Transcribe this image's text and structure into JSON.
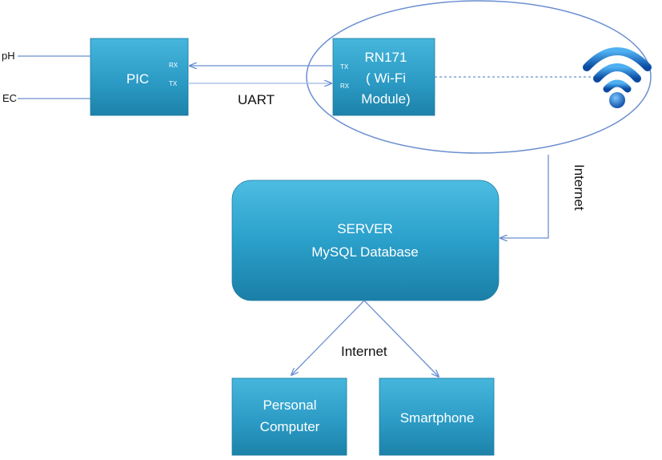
{
  "inputs": {
    "ph": "pH",
    "ec": "EC"
  },
  "pic": {
    "label": "PIC",
    "rx": "RX",
    "tx": "TX"
  },
  "uart": "UART",
  "wifi_module": {
    "line1": "RN171",
    "line2": "( Wi-Fi",
    "line3": "Module)",
    "tx": "TX",
    "rx": "RX"
  },
  "server": {
    "line1": "SERVER",
    "line2": "MySQL Database"
  },
  "internet_link": "Internet",
  "internet_clients": "Internet",
  "clients": {
    "pc": {
      "line1": "Personal",
      "line2": "Computer"
    },
    "smartphone": "Smartphone"
  },
  "colors": {
    "box_top": "#3fb0d6",
    "box_bottom": "#1f86ad",
    "line": "#6b8fd1",
    "ellipse": "#6b8fd1",
    "wifi_light": "#3a9be8",
    "wifi_dark": "#0b4fa8"
  },
  "icons": {
    "wifi": "wifi-icon"
  }
}
